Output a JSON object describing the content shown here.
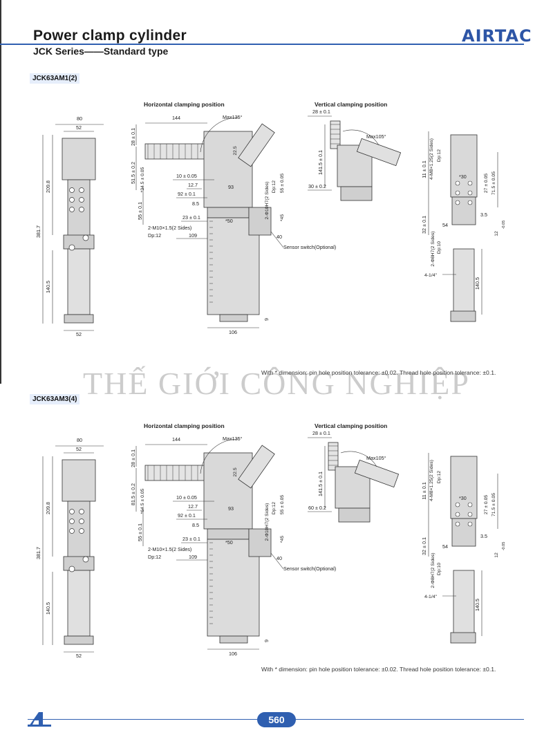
{
  "header": {
    "title": "Power clamp cylinder",
    "subtitle": "JCK Series——Standard type",
    "logo": "AIRTAC"
  },
  "sections": [
    {
      "model": "JCK63AM1(2)",
      "horizontal_title": "Horizontal clamping position",
      "vertical_title": "Vertical clamping position",
      "left_dims": {
        "top": "80",
        "inner": "52",
        "total": "381.7",
        "upper": "209.8",
        "lower": "140.5",
        "bottom": "52"
      },
      "mid_dims": {
        "arm": "144",
        "angle": "Max135°",
        "top_off": "28 ± 0.1",
        "height": "51.5 ± 0.2",
        "pin": "*34.5 ± 0.05",
        "hole": "10 ± 0.05",
        "h1": "12.7",
        "h2": "93",
        "h3": "92 ± 0.1",
        "h4": "8.5",
        "h5": "55 ± 0.1",
        "h6": "23 ± 0.1",
        "h7": "*50",
        "thread": "2-M10×1.5(2 Sides)",
        "depth": "Dp:12",
        "h8": "109",
        "h9": "40",
        "pinhole": "2-Φ10H7(2 Sides)",
        "dp2": "Dp:12",
        "h10": "55 ± 0.05",
        "h11": "*45",
        "h12": "22.5",
        "sensor": "Sensor switch(Optional)",
        "base": "106",
        "h13": "9"
      },
      "vert_dims": {
        "top": "28 ± 0.1",
        "angle": "Max105°",
        "height": "141.5 ± 0.1",
        "bottom": "30 ± 0.2"
      },
      "right_dims": {
        "thread": "4-M8×1.25(2 Sides)",
        "dp": "Dp:12",
        "a": "11 ± 0.1",
        "b": "*30",
        "c": "27 ± 0.05",
        "d": "71.5 ± 0.05",
        "e": "3.5",
        "f": "32 ± 0.1",
        "g": "54",
        "h": "12",
        "tol": "-0.05",
        "pin": "2-Φ8H7(2 Sides)",
        "dp2": "Dp:10",
        "port": "4-1/4\"",
        "len": "140.5"
      }
    },
    {
      "model": "JCK63AM3(4)",
      "horizontal_title": "Horizontal clamping position",
      "vertical_title": "Vertical clamping position",
      "left_dims": {
        "top": "80",
        "inner": "52",
        "total": "381.7",
        "upper": "209.8",
        "lower": "140.5",
        "bottom": "52"
      },
      "mid_dims": {
        "arm": "144",
        "angle": "Max135°",
        "top_off": "28 ± 0.1",
        "height": "81.5 ± 0.2",
        "pin": "*64.5 ± 0.05",
        "hole": "10 ± 0.05",
        "h1": "12.7",
        "h2": "93",
        "h3": "92 ± 0.1",
        "h4": "8.5",
        "h5": "55 ± 0.1",
        "h6": "23 ± 0.1",
        "h7": "*50",
        "thread": "2-M10×1.5(2 Sides)",
        "depth": "Dp:12",
        "h8": "109",
        "h9": "40",
        "pinhole": "2-Φ10H7(2 Sides)",
        "dp2": "Dp:12",
        "h10": "55 ± 0.05",
        "h11": "*45",
        "h12": "22.5",
        "sensor": "Sensor switch(Optional)",
        "base": "106",
        "h13": "9"
      },
      "vert_dims": {
        "top": "28 ± 0.1",
        "angle": "Max105°",
        "height": "141.5 ± 0.1",
        "bottom": "60 ± 0.2"
      },
      "right_dims": {
        "thread": "4-M8×1.25(2 Sides)",
        "dp": "Dp:12",
        "a": "11 ± 0.1",
        "b": "*30",
        "c": "27 ± 0.05",
        "d": "71.5 ± 0.05",
        "e": "3.5",
        "f": "32 ± 0.1",
        "g": "54",
        "h": "12",
        "tol": "-0.05",
        "pin": "2-Φ8H7(2 Sides)",
        "dp2": "Dp:10",
        "port": "4-1/4\"",
        "len": "140.5"
      }
    }
  ],
  "note": "With * dimension: pin hole position tolerance: ±0.02. Thread hole position tolerance: ±0.1.",
  "watermark": "THẾ GIỚI CÔNG NGHIỆP",
  "footer": {
    "page": "560"
  },
  "colors": {
    "accent": "#2f5fb0",
    "part": "#d9d9d9",
    "line": "#333333"
  }
}
